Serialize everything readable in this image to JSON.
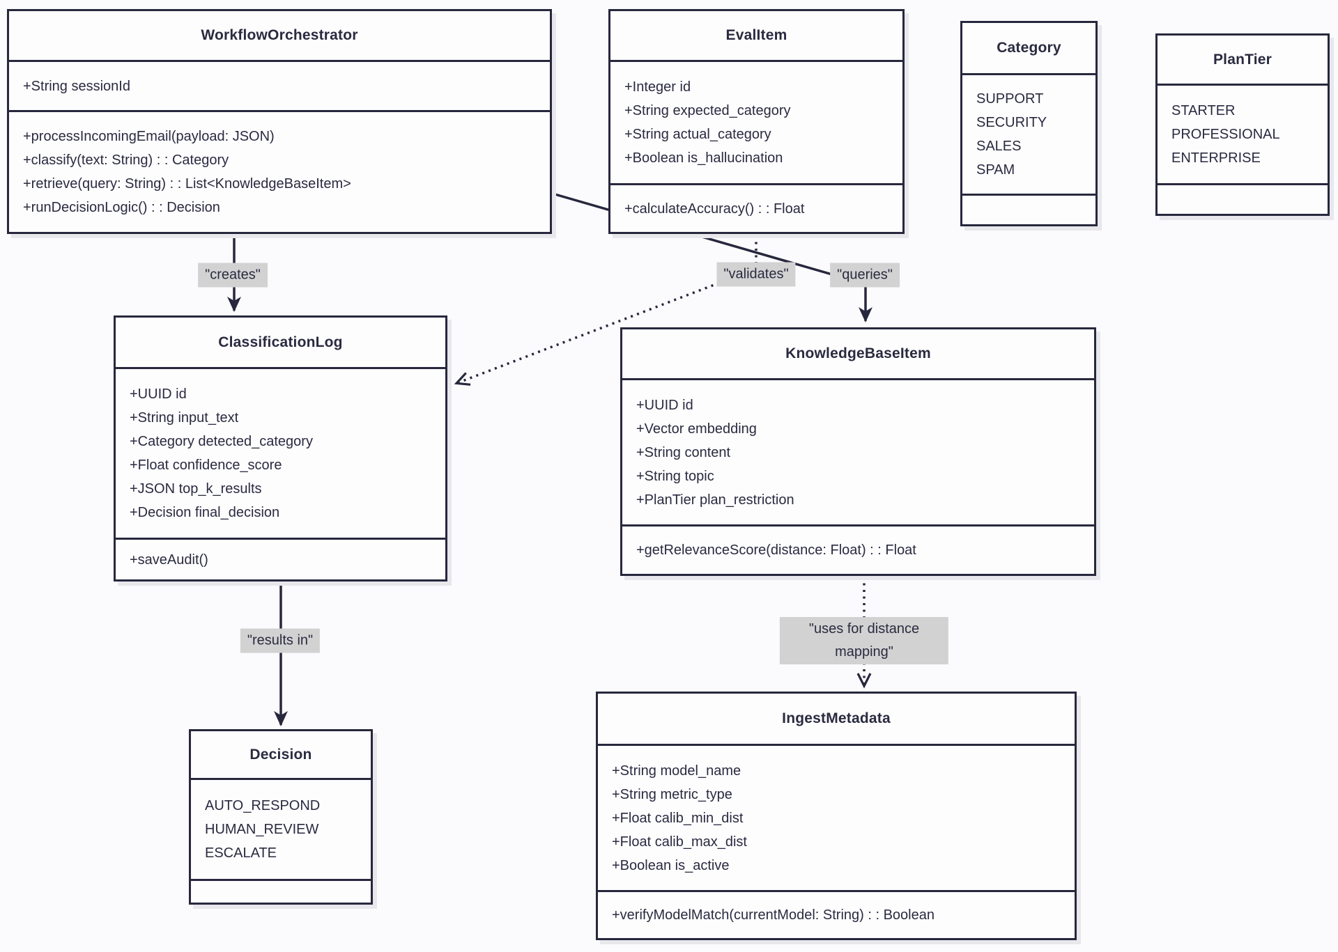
{
  "diagram": {
    "type": "uml-class-diagram",
    "classes": {
      "workflow_orchestrator": {
        "title": "WorkflowOrchestrator",
        "attributes": [
          "+String sessionId"
        ],
        "methods": [
          "+processIncomingEmail(payload: JSON)",
          "+classify(text: String) : : Category",
          "+retrieve(query: String) : : List<KnowledgeBaseItem>",
          "+runDecisionLogic() : : Decision"
        ]
      },
      "eval_item": {
        "title": "EvalItem",
        "attributes": [
          "+Integer id",
          "+String expected_category",
          "+String actual_category",
          "+Boolean is_hallucination"
        ],
        "methods": [
          "+calculateAccuracy() : : Float"
        ]
      },
      "category": {
        "title": "Category",
        "values": [
          "SUPPORT",
          "SECURITY",
          "SALES",
          "SPAM"
        ]
      },
      "plan_tier": {
        "title": "PlanTier",
        "values": [
          "STARTER",
          "PROFESSIONAL",
          "ENTERPRISE"
        ]
      },
      "classification_log": {
        "title": "ClassificationLog",
        "attributes": [
          "+UUID id",
          "+String input_text",
          "+Category detected_category",
          "+Float confidence_score",
          "+JSON top_k_results",
          "+Decision final_decision"
        ],
        "methods": [
          "+saveAudit()"
        ]
      },
      "knowledge_base_item": {
        "title": "KnowledgeBaseItem",
        "attributes": [
          "+UUID id",
          "+Vector embedding",
          "+String content",
          "+String topic",
          "+PlanTier plan_restriction"
        ],
        "methods": [
          "+getRelevanceScore(distance: Float) : : Float"
        ]
      },
      "decision": {
        "title": "Decision",
        "values": [
          "AUTO_RESPOND",
          "HUMAN_REVIEW",
          "ESCALATE"
        ]
      },
      "ingest_metadata": {
        "title": "IngestMetadata",
        "attributes": [
          "+String model_name",
          "+String metric_type",
          "+Float calib_min_dist",
          "+Float calib_max_dist",
          "+Boolean is_active"
        ],
        "methods": [
          "+verifyModelMatch(currentModel: String) : : Boolean"
        ]
      }
    },
    "edges": [
      {
        "from": "WorkflowOrchestrator",
        "to": "ClassificationLog",
        "label": "\"creates\"",
        "line": "solid"
      },
      {
        "from": "EvalItem",
        "to": "ClassificationLog",
        "label": "\"validates\"",
        "line": "dotted"
      },
      {
        "from": "WorkflowOrchestrator",
        "to": "KnowledgeBaseItem",
        "label": "\"queries\"",
        "line": "solid"
      },
      {
        "from": "ClassificationLog",
        "to": "Decision",
        "label": "\"results in\"",
        "line": "solid"
      },
      {
        "from": "KnowledgeBaseItem",
        "to": "IngestMetadata",
        "label": "\"uses for distance\nmapping\"",
        "line": "dotted"
      }
    ],
    "colors": {
      "stroke": "#27273d",
      "text": "#2a2a40",
      "box_fill": "#fdfdfe",
      "label_bg": "#d2d2d2",
      "background": "#fbfbfd"
    }
  }
}
